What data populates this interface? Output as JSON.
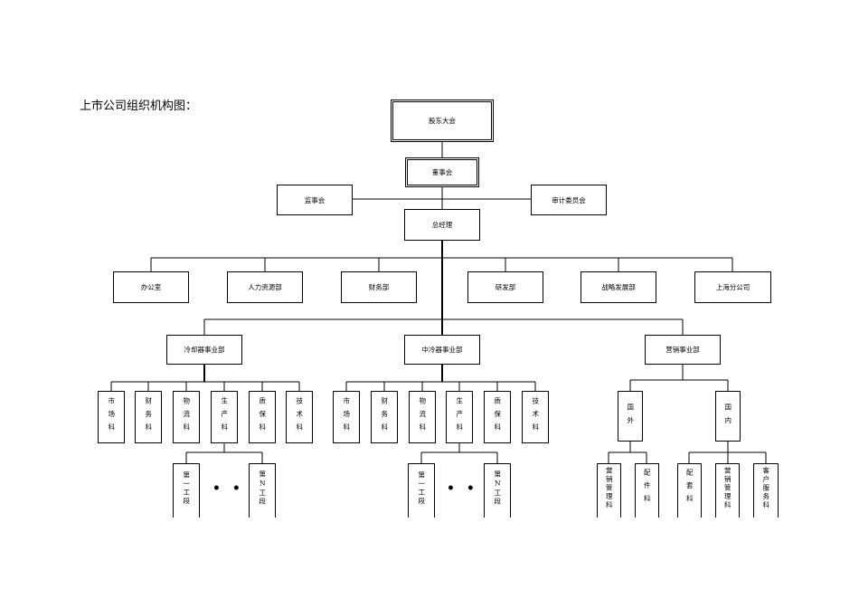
{
  "page_title": "上市公司组织机构图：",
  "top": {
    "shareholders": "股东大会",
    "board": "董事会",
    "supervisors": "监事会",
    "audit": "审计委员会",
    "gm": "总经理"
  },
  "departments": [
    "办公室",
    "人力资源部",
    "财务部",
    "研发部",
    "战略发展部",
    "上海分公司"
  ],
  "divisions": [
    "冷却器事业部",
    "中冷器事业部",
    "营销事业部"
  ],
  "sections": [
    "市场科",
    "财务科",
    "物流科",
    "生产科",
    "质保科",
    "技术科"
  ],
  "workshops": [
    "第一工段",
    "第N工段"
  ],
  "ellipsis": "• • •",
  "sales": {
    "foreign": "国外",
    "domestic": "国内",
    "foreign_subs": [
      "营销管理科",
      "配件科"
    ],
    "domestic_subs": [
      "配套科",
      "营销管理科",
      "客户服务科"
    ]
  }
}
